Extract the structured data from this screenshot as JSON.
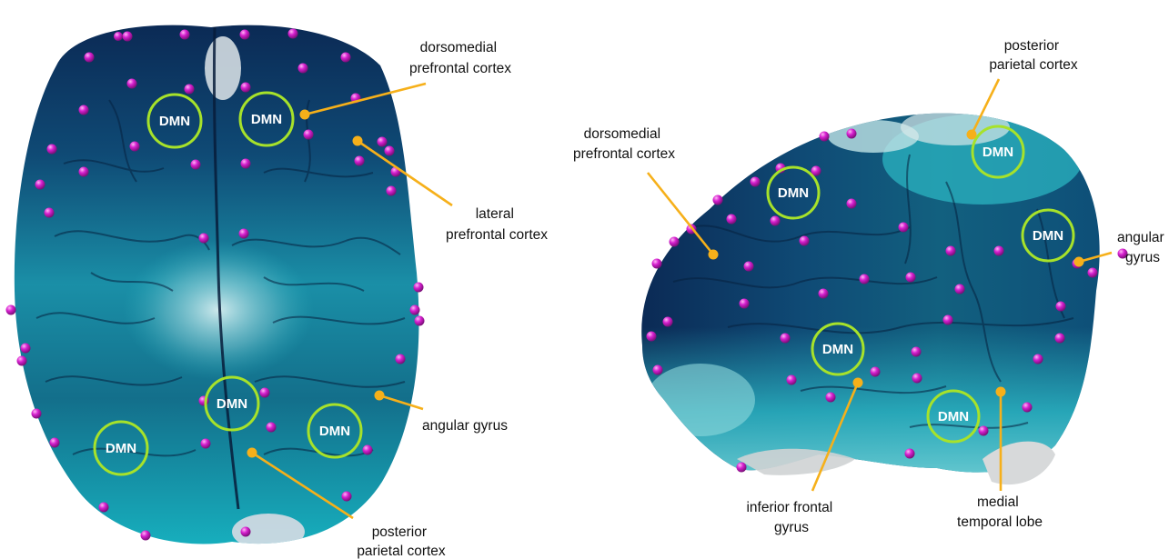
{
  "badge_label": "DMN",
  "colors": {
    "ring": "#a7e22a",
    "leader": "#f6b01a",
    "electrode": "#d620cf",
    "cortex_dark": "#0a2d57",
    "cortex_mid": "#166f8c",
    "cortex_light": "#2db7c4"
  },
  "left_view": {
    "labels": {
      "dmpfc": [
        "dorsomedial",
        "prefrontal cortex"
      ],
      "lpfc": [
        "lateral",
        "prefrontal cortex"
      ],
      "angular": [
        "angular gyrus"
      ],
      "ppc": [
        "posterior",
        "parietal cortex"
      ]
    }
  },
  "right_view": {
    "labels": {
      "ppc": [
        "posterior",
        "parietal cortex"
      ],
      "dmpfc": [
        "dorsomedial",
        "prefrontal cortex"
      ],
      "angular": [
        "angular",
        "gyrus"
      ],
      "ifg": [
        "inferior frontal",
        "gyrus"
      ],
      "mtl": [
        "medial",
        "temporal lobe"
      ]
    }
  }
}
